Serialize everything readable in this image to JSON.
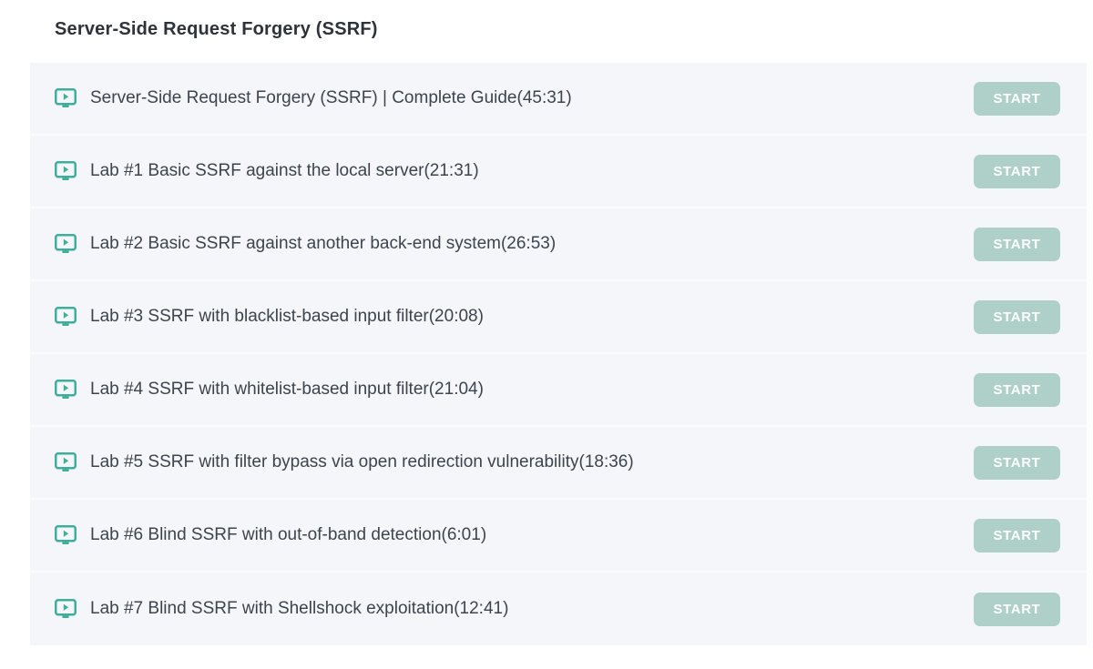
{
  "section": {
    "title": "Server-Side Request Forgery (SSRF)"
  },
  "ui": {
    "start_label": "START",
    "row_icon": "monitor-play-icon"
  },
  "colors": {
    "accent_teal": "#3fae9a",
    "button_bg": "#aed0c9",
    "button_text": "#ffffff",
    "row_bg": "#f5f6fa",
    "heading_text": "#2d333a",
    "row_text": "#3d444c"
  },
  "lessons": [
    {
      "label": "Server-Side Request Forgery (SSRF) | Complete Guide(45:31)",
      "duration": "45:31"
    },
    {
      "label": "Lab #1 Basic SSRF against the local server(21:31)",
      "duration": "21:31"
    },
    {
      "label": "Lab #2 Basic SSRF against another back-end system(26:53)",
      "duration": "26:53"
    },
    {
      "label": "Lab #3 SSRF with blacklist-based input filter(20:08)",
      "duration": "20:08"
    },
    {
      "label": "Lab #4 SSRF with whitelist-based input filter(21:04)",
      "duration": "21:04"
    },
    {
      "label": "Lab #5 SSRF with filter bypass via open redirection vulnerability(18:36)",
      "duration": "18:36"
    },
    {
      "label": "Lab #6 Blind SSRF with out-of-band detection(6:01)",
      "duration": "6:01"
    },
    {
      "label": "Lab #7 Blind SSRF with Shellshock exploitation(12:41)",
      "duration": "12:41"
    }
  ]
}
